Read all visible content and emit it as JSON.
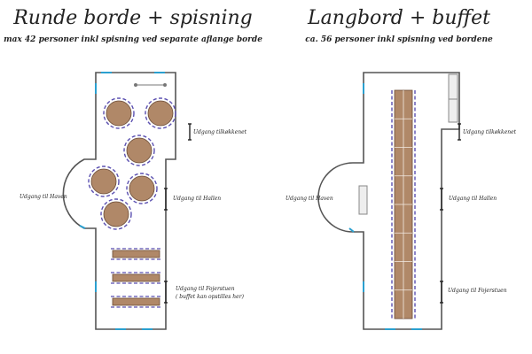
{
  "left_plan": {
    "title": "Runde borde + spisning",
    "subtitle": "max 42 personer inkl spisning ved separate aflange borde",
    "labels": {
      "kitchen": "Udgang tilkøkkenet",
      "garden": "Udgang til Haven",
      "hall": "Udgang til Hallen",
      "foyer_line1": "Udgang til Fojerstuen",
      "foyer_line2": "( buffet kan opstilles her)"
    },
    "round_tables": 6,
    "long_tables": 3
  },
  "right_plan": {
    "title": "Langbord + buffet",
    "subtitle": "ca. 56 personer inkl spisning ved bordene",
    "labels": {
      "kitchen": "Udgang tilkøkkenet",
      "garden": "Udgang til Haven",
      "hall": "Udgang til Hallen",
      "foyer": "Udgang til Fojerstuen"
    },
    "long_table_segments": 8
  },
  "colors": {
    "wall": "#555555",
    "door": "#2aa0d0",
    "table_fill": "#b08868",
    "table_stroke": "#6a4a34",
    "chair": "#5a4fb0",
    "buffet_fill": "#eeeeee"
  }
}
